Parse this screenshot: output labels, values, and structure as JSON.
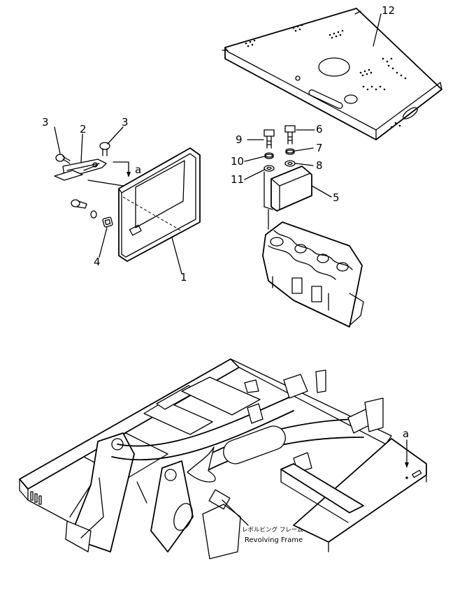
{
  "callouts": {
    "c1": "1",
    "c2": "2",
    "c3a": "3",
    "c3b": "3",
    "c4": "4",
    "c5": "5",
    "c6": "6",
    "c7": "7",
    "c8": "8",
    "c9": "9",
    "c10": "10",
    "c11": "11",
    "c12": "12",
    "ref_a_top": "a",
    "ref_a_bottom": "a"
  },
  "frame_label": {
    "japanese": "レボルビング フレーム",
    "english": "Revolving Frame"
  },
  "colors": {
    "line": "#000000",
    "background": "#ffffff"
  }
}
